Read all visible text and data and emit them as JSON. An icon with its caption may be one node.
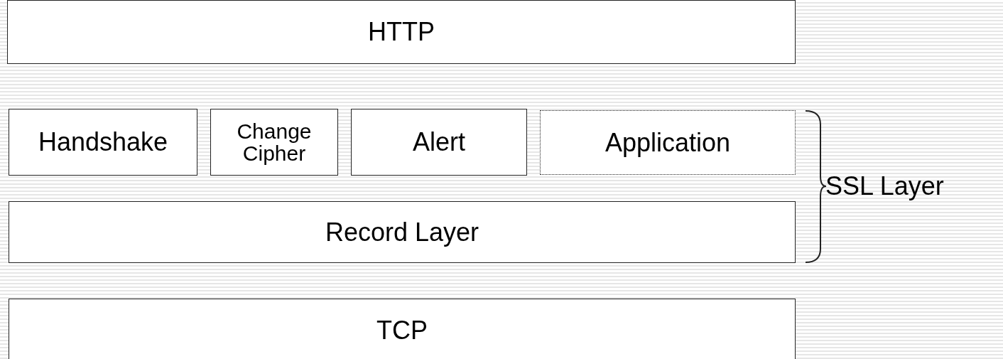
{
  "diagram": {
    "nodes": [
      {
        "text": [
          "HTTP"
        ]
      },
      {
        "text": [
          "Handshake"
        ]
      },
      {
        "text": [
          "Change Cipher"
        ]
      },
      {
        "text": [
          "Alert"
        ]
      },
      {
        "text": [
          "Application"
        ]
      },
      {
        "text": [
          "Record Layer"
        ]
      },
      {
        "text": [
          "TCP"
        ]
      }
    ],
    "labels": [
      "SSL Layer"
    ]
  }
}
